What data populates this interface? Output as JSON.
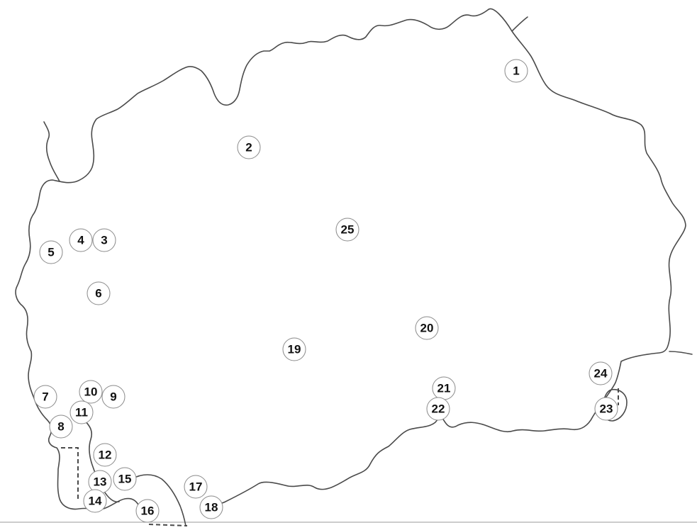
{
  "map": {
    "markers": [
      {
        "label": "1"
      },
      {
        "label": "2"
      },
      {
        "label": "3"
      },
      {
        "label": "4"
      },
      {
        "label": "5"
      },
      {
        "label": "6"
      },
      {
        "label": "7"
      },
      {
        "label": "8"
      },
      {
        "label": "9"
      },
      {
        "label": "10"
      },
      {
        "label": "11"
      },
      {
        "label": "12"
      },
      {
        "label": "13"
      },
      {
        "label": "14"
      },
      {
        "label": "15"
      },
      {
        "label": "16"
      },
      {
        "label": "17"
      },
      {
        "label": "18"
      },
      {
        "label": "19"
      },
      {
        "label": "20"
      },
      {
        "label": "21"
      },
      {
        "label": "22"
      },
      {
        "label": "23"
      },
      {
        "label": "24"
      },
      {
        "label": "25"
      }
    ],
    "colors": {
      "border": "#4a4a4a",
      "marker_stroke": "#8a8a8a",
      "marker_fill": "#ffffff",
      "text": "#111111"
    }
  }
}
